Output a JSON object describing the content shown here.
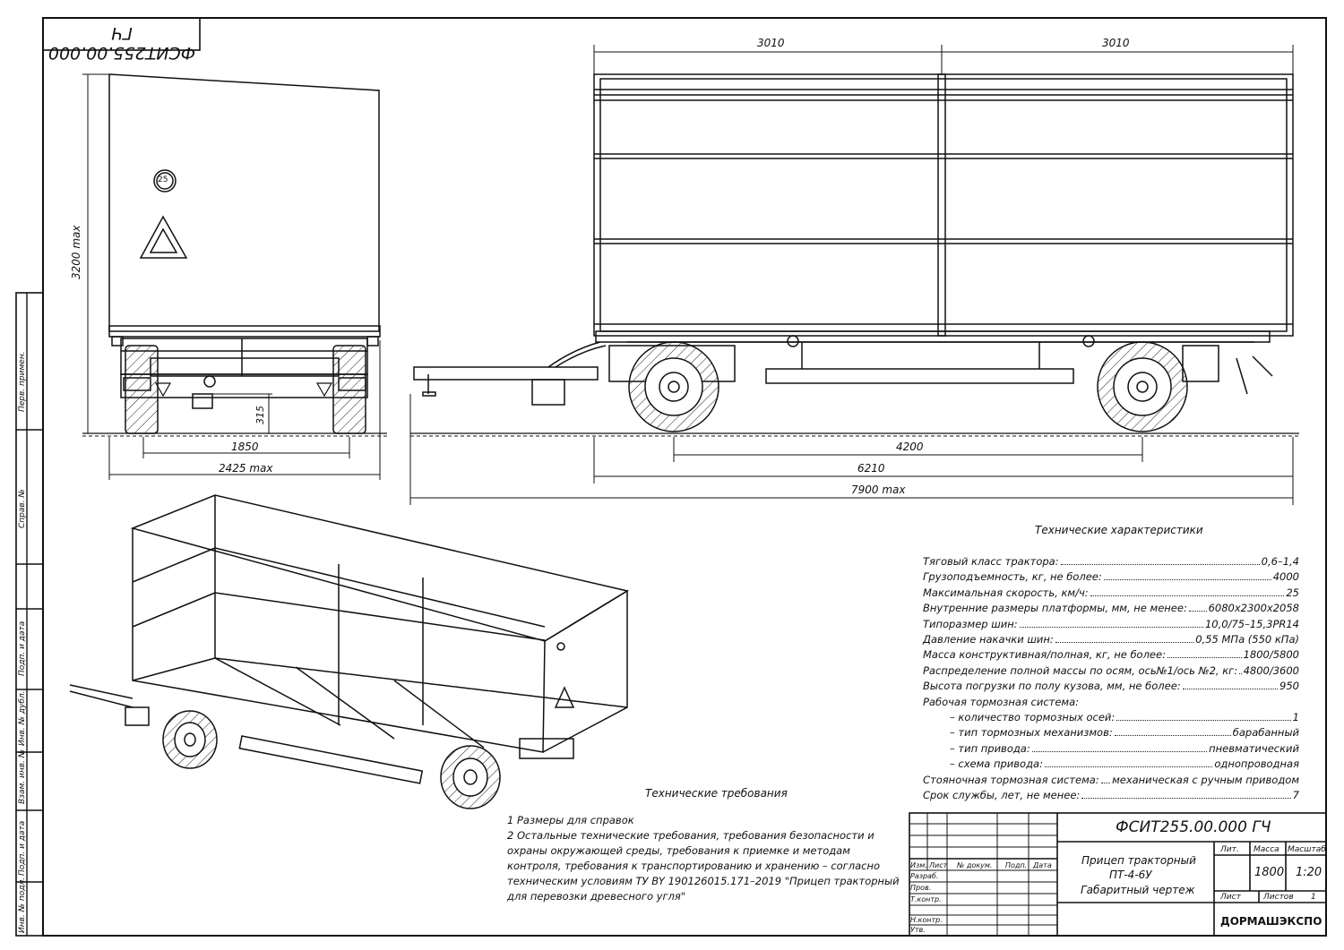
{
  "drawing_number": "ФСИТ255.00.000 ГЧ",
  "drawing_number_mirror": "ФСИТ255.00.000 ГЧ",
  "dimensions": {
    "front_height": "3200 max",
    "front_track": "1850",
    "front_width": "2425 max",
    "front_clearance": "315",
    "side_section_1": "3010",
    "side_section_2": "3010",
    "wheelbase": "4200",
    "body_length": "6210",
    "total_length": "7900 max"
  },
  "badge_number": "25",
  "specs_title": "Технические характеристики",
  "specs": [
    {
      "label": "Тяговый класс трактора:",
      "value": "0,6–1,4"
    },
    {
      "label": "Грузоподъемность, кг, не более:",
      "value": "4000"
    },
    {
      "label": "Максимальная скорость, км/ч:",
      "value": "25"
    },
    {
      "label": "Внутренние размеры платформы, мм, не менее:",
      "value": "6080х2300х2058"
    },
    {
      "label": "Типоразмер шин:",
      "value": "10,0/75–15,3PR14"
    },
    {
      "label": "Давление накачки шин:",
      "value": "0,55 МПа (550 кПа)"
    },
    {
      "label": "Масса конструктивная/полная, кг, не более:",
      "value": "1800/5800"
    },
    {
      "label": "Распределение полной массы по осям, ось№1/ось №2, кг:",
      "value": "4800/3600"
    },
    {
      "label": "Высота погрузки по полу кузова, мм, не более:",
      "value": "950"
    },
    {
      "label": "Рабочая тормозная система:",
      "value": ""
    },
    {
      "label": "– количество тормозных осей:",
      "value": "1",
      "sub": true
    },
    {
      "label": "– тип тормозных механизмов:",
      "value": "барабанный",
      "sub": true
    },
    {
      "label": "– тип привода:",
      "value": "пневматический",
      "sub": true
    },
    {
      "label": "– схема привода:",
      "value": "однопроводная",
      "sub": true
    },
    {
      "label": "Стояночная тормозная система:",
      "value": "механическая с ручным приводом"
    },
    {
      "label": "Срок службы, лет, не менее:",
      "value": "7"
    }
  ],
  "requirements_title": "Технические требования",
  "requirements": [
    "1 Размеры для справок",
    "2 Остальные технические требования, требования безопасности и охраны окружающей среды, требования к приемке и методам контроля, требования к транспортированию и хранению – согласно техническим условиям ТУ BY 190126015.171–2019 \"Прицеп тракторный для перевозки древесного угля\""
  ],
  "title_block": {
    "product_line1": "Прицеп тракторный",
    "product_line2": "ПТ-4-6У",
    "doc_type": "Габаритный чертеж",
    "h_lit": "Лит.",
    "h_mass": "Масса",
    "h_scale": "Масштаб",
    "mass": "1800",
    "scale": "1:20",
    "sheet_label": "Лист",
    "sheets_label": "Листов",
    "sheets": "1",
    "company": "ДОРМАШЭКСПО",
    "col_izm": "Изм.",
    "col_list": "Лист",
    "col_doc": "№ докум.",
    "col_sign": "Подп.",
    "col_date": "Дата",
    "row_razrab": "Разраб.",
    "row_prov": "Пров.",
    "row_tkontr": "Т.контр.",
    "row_nkontr": "Н.контр.",
    "row_utv": "Утв."
  },
  "side_stamp": {
    "perv_primen": "Перв. примен.",
    "sprav": "Справ. №",
    "podp_data_1": "Подп. и дата",
    "inv_dubl": "Инв. № дубл.",
    "vzam_inv": "Взам. инв. №",
    "podp_data_2": "Подп. и дата",
    "inv_podl": "Инв. № подл."
  }
}
